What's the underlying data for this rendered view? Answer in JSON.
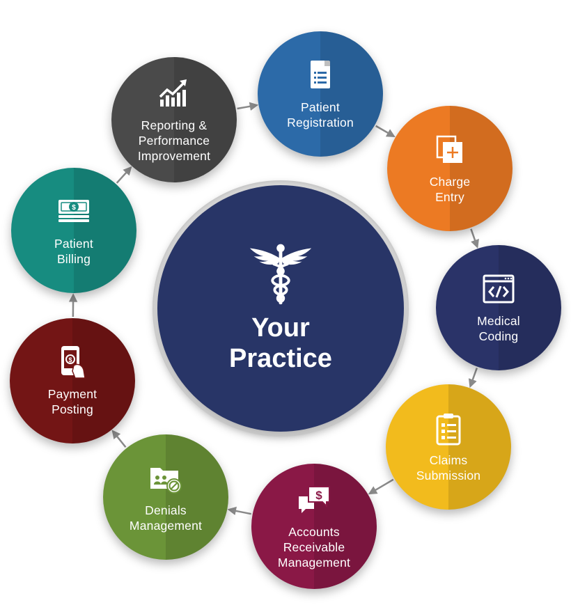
{
  "center": {
    "title": "Your\nPractice",
    "icon": "caduceus-icon",
    "color": "#283567"
  },
  "steps": [
    {
      "id": "patient-registration",
      "label": "Patient\nRegistration",
      "icon": "document-list-icon",
      "color": "#2c6aa8"
    },
    {
      "id": "charge-entry",
      "label": "Charge\nEntry",
      "icon": "add-copy-icon",
      "color": "#ec7a23"
    },
    {
      "id": "medical-coding",
      "label": "Medical\nCoding",
      "icon": "code-window-icon",
      "color": "#2a3368"
    },
    {
      "id": "claims-submission",
      "label": "Claims\nSubmission",
      "icon": "clipboard-checklist-icon",
      "color": "#f2bb1d"
    },
    {
      "id": "accounts-receivable-management",
      "label": "Accounts\nReceivable\nManagement",
      "icon": "dollar-chat-icon",
      "color": "#8a1846"
    },
    {
      "id": "denials-management",
      "label": "Denials\nManagement",
      "icon": "denied-folder-icon",
      "color": "#6b9438"
    },
    {
      "id": "payment-posting",
      "label": "Payment\nPosting",
      "icon": "mobile-payment-icon",
      "color": "#731515"
    },
    {
      "id": "patient-billing",
      "label": "Patient\nBilling",
      "icon": "cash-stack-icon",
      "color": "#178c80"
    },
    {
      "id": "reporting-performance-improvement",
      "label": "Reporting &\nPerformance\nImprovement",
      "icon": "growth-chart-icon",
      "color": "#4a4a4a"
    }
  ]
}
